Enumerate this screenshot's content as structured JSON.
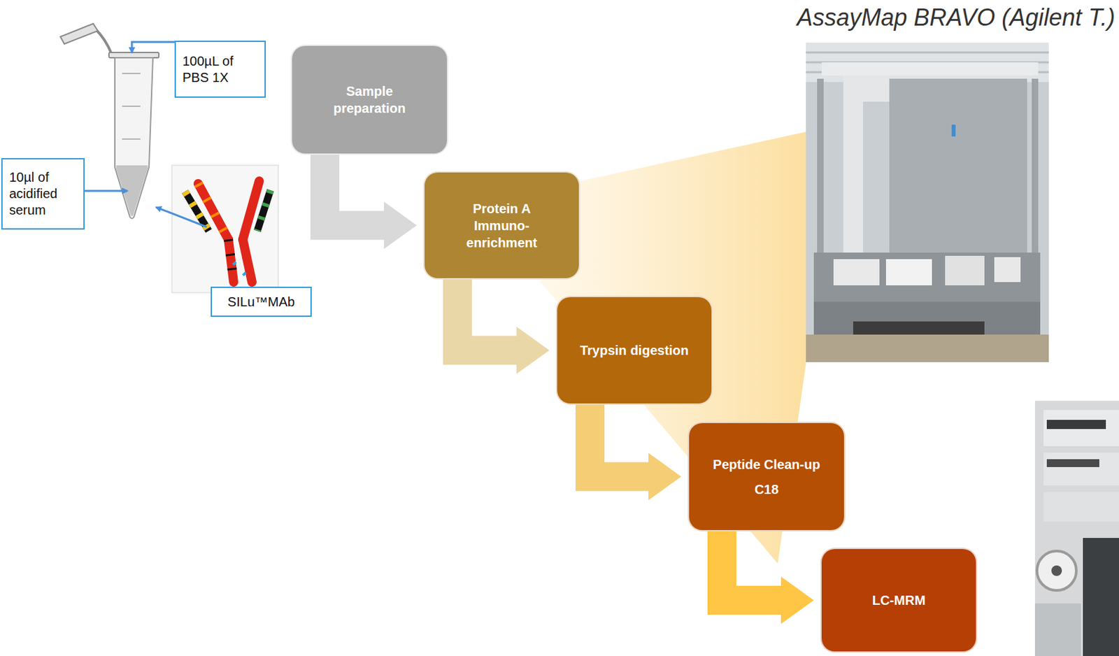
{
  "diagram": {
    "nodes": [
      {
        "text": [
          "100µL of PBS 1X"
        ]
      },
      {
        "text": [
          "10µl of acidified serum"
        ]
      },
      {
        "text": [
          "SILu™MAb"
        ]
      },
      {
        "text": [
          "Sample preparation"
        ]
      },
      {
        "text": [
          "Protein A Immuno- enrichment"
        ]
      },
      {
        "text": [
          "Trypsin digestion"
        ]
      },
      {
        "text": [
          "Peptide Clean-up C18"
        ]
      },
      {
        "text": [
          "LC-MRM"
        ]
      }
    ],
    "edges": [
      {
        "from": 3,
        "to": 4,
        "arrow": "to"
      },
      {
        "from": 4,
        "to": 5,
        "arrow": "to"
      },
      {
        "from": 5,
        "to": 6,
        "arrow": "to"
      },
      {
        "from": 6,
        "to": 7,
        "arrow": "to"
      }
    ],
    "labels": [
      "AssayMap BRAVO (Agilent T.)"
    ]
  }
}
